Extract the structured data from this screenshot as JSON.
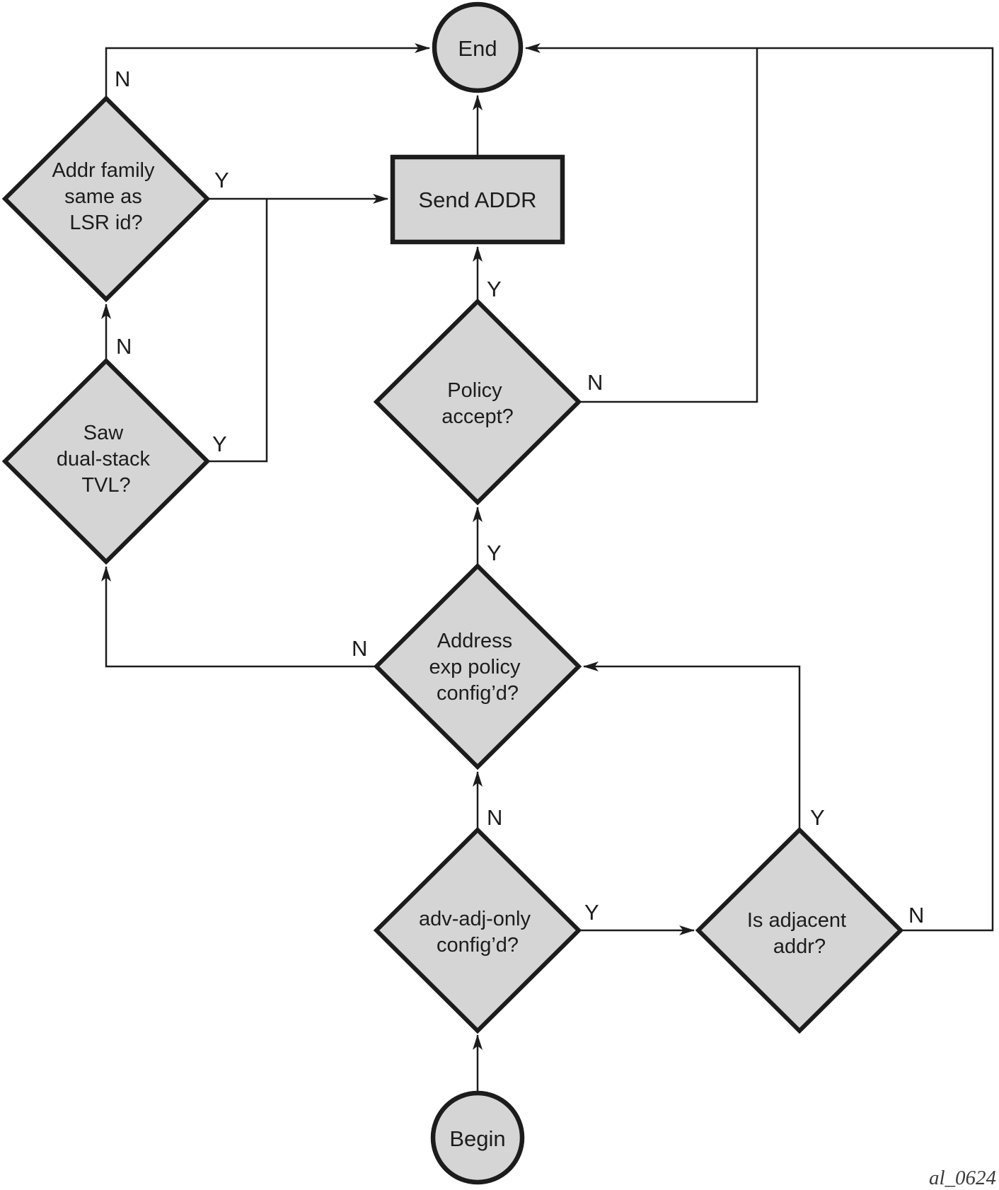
{
  "figure_label": "al_0624",
  "colors": {
    "background": "#ffffff",
    "shape_fill": "#d5d5d5",
    "line": "#1c1c1c"
  },
  "nodes": {
    "end": {
      "type": "terminal",
      "label": "End"
    },
    "begin": {
      "type": "terminal",
      "label": "Begin"
    },
    "send_addr": {
      "type": "process",
      "label": "Send ADDR"
    },
    "addr_family": {
      "type": "decision",
      "lines": [
        "Addr family",
        "same as",
        "LSR id?"
      ]
    },
    "saw_dual_stack": {
      "type": "decision",
      "lines": [
        "Saw",
        "dual-stack",
        "TVL?"
      ]
    },
    "policy_accept": {
      "type": "decision",
      "lines": [
        "Policy",
        "accept?"
      ]
    },
    "addr_exp_policy": {
      "type": "decision",
      "lines": [
        "Address",
        "exp policy",
        "config’d?"
      ]
    },
    "adv_adj_only": {
      "type": "decision",
      "lines": [
        "adv-adj-only",
        "config’d?"
      ]
    },
    "is_adjacent": {
      "type": "decision",
      "lines": [
        "Is adjacent",
        "addr?"
      ]
    }
  },
  "edges": [
    {
      "from": "begin",
      "to": "adv_adj_only",
      "label": ""
    },
    {
      "from": "adv_adj_only",
      "to": "addr_exp_policy",
      "label": "N"
    },
    {
      "from": "adv_adj_only",
      "to": "is_adjacent",
      "label": "Y"
    },
    {
      "from": "is_adjacent",
      "to": "addr_exp_policy",
      "label": "Y"
    },
    {
      "from": "is_adjacent",
      "to": "end",
      "label": "N"
    },
    {
      "from": "addr_exp_policy",
      "to": "policy_accept",
      "label": "Y"
    },
    {
      "from": "addr_exp_policy",
      "to": "saw_dual_stack",
      "label": "N"
    },
    {
      "from": "policy_accept",
      "to": "send_addr",
      "label": "Y"
    },
    {
      "from": "policy_accept",
      "to": "end",
      "label": "N"
    },
    {
      "from": "saw_dual_stack",
      "to": "addr_family",
      "label": "N"
    },
    {
      "from": "saw_dual_stack",
      "to": "send_addr",
      "label": "Y"
    },
    {
      "from": "addr_family",
      "to": "send_addr",
      "label": "Y"
    },
    {
      "from": "addr_family",
      "to": "end",
      "label": "N"
    },
    {
      "from": "send_addr",
      "to": "end",
      "label": ""
    }
  ]
}
